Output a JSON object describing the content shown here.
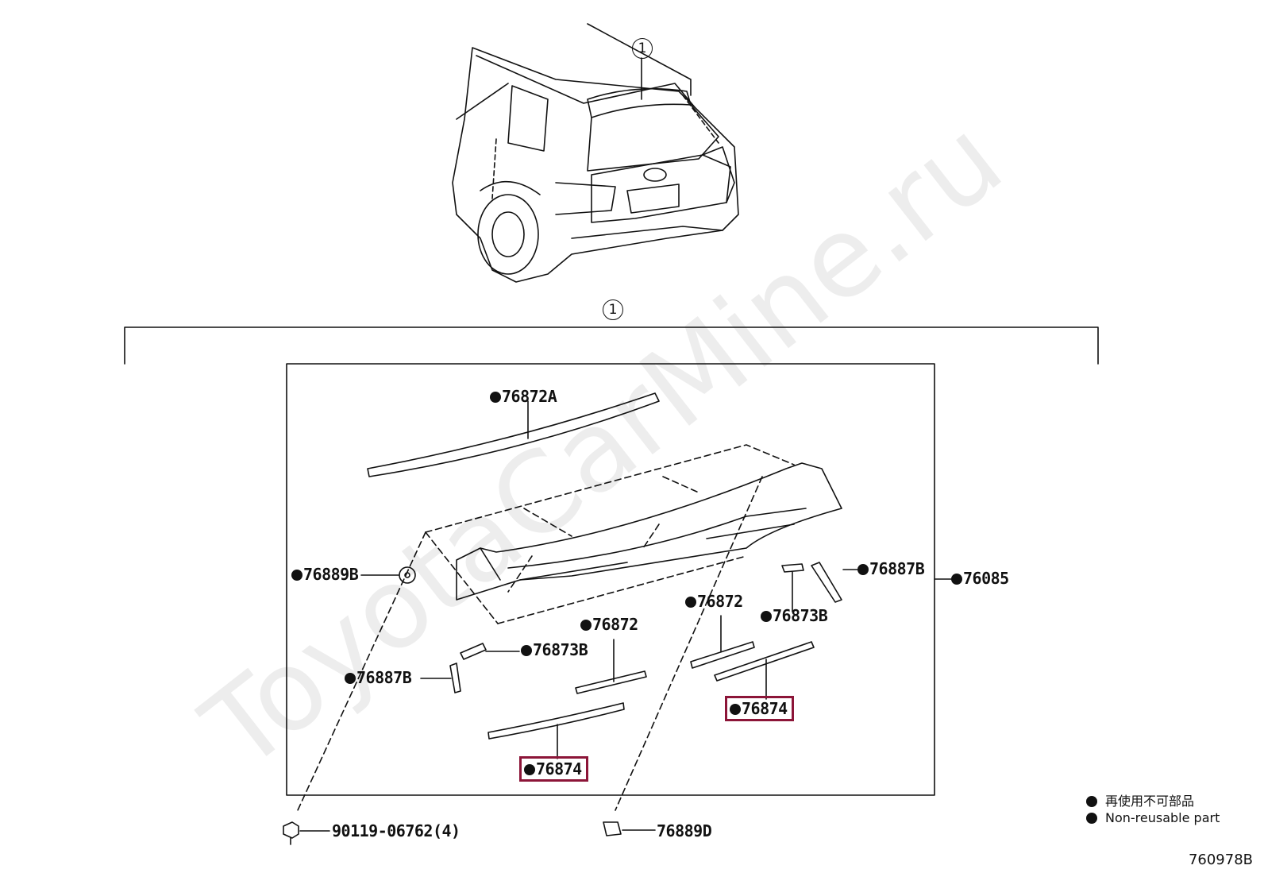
{
  "watermark": "ToyotaCarMine.ru",
  "callouts": {
    "vehicle_ref": "1",
    "group_ref": "1"
  },
  "parts": {
    "p76872A": "76872A",
    "p76889B": "76889B",
    "p76887B_right": "76887B",
    "p76085": "76085",
    "p76872_right": "76872",
    "p76873B_right": "76873B",
    "p76872_left": "76872",
    "p76873B_left": "76873B",
    "p76887B_left": "76887B",
    "p76874_right": "76874",
    "p76874_left": "76874",
    "p90119": "90119-06762(4)",
    "p76889D": "76889D"
  },
  "legend": {
    "line_jp": "再使用不可部品",
    "line_en": "Non-reusable part"
  },
  "figure_code": "760978B",
  "colors": {
    "highlight": "#8c1538",
    "line": "#111111"
  }
}
